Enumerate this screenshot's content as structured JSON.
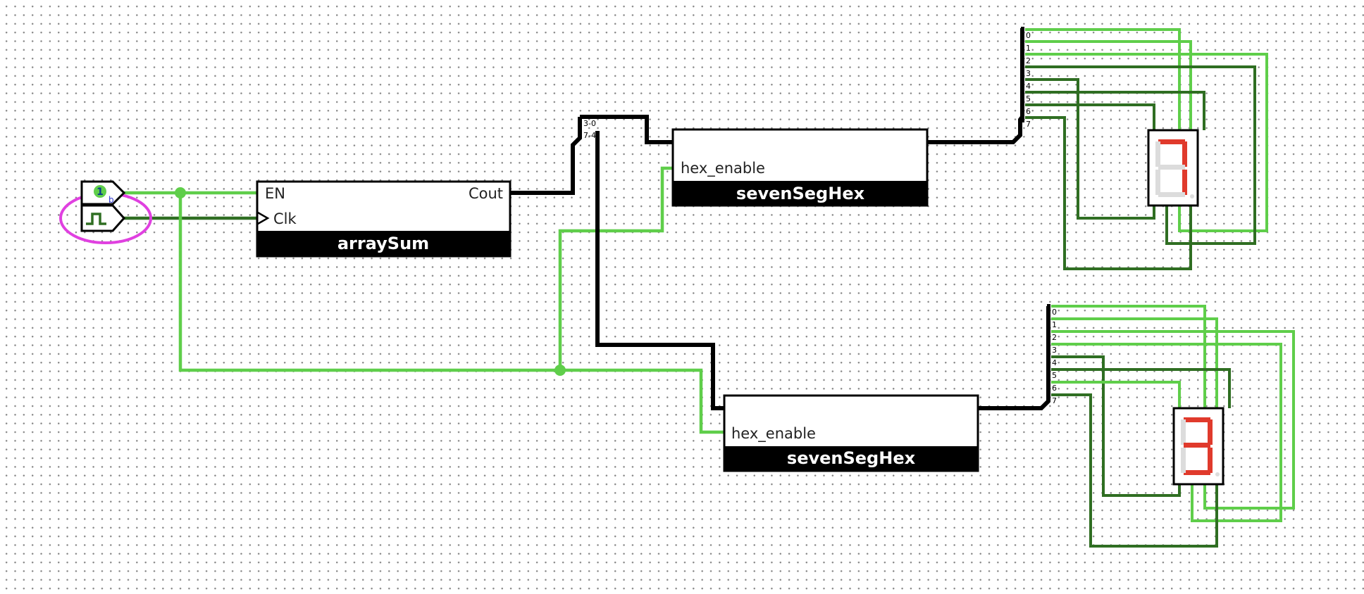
{
  "palette": {
    "wire_active": "#5fce4a",
    "wire_inactive": "#2f6e22",
    "selection": "#e040e0",
    "segment_on": "#e03a2c",
    "segment_off": "#dcdcdc"
  },
  "inputs": {
    "constant_value": "1",
    "constant_base": "b",
    "clock_icon": "clock-waveform-icon"
  },
  "array_sum": {
    "title": "arraySum",
    "port_en": "EN",
    "port_clk": "Clk",
    "port_cout": "Cout"
  },
  "splitter": {
    "low_label": "3-0",
    "high_label": "7-4"
  },
  "hex_top": {
    "title": "sevenSegHex",
    "port_enable": "hex_enable"
  },
  "hex_bottom": {
    "title": "sevenSegHex",
    "port_enable": "hex_enable"
  },
  "bit_labels": [
    "0",
    "1",
    "2",
    "3",
    "4",
    "5",
    "6",
    "7"
  ],
  "display_top": {
    "segments": {
      "a": 1,
      "b": 1,
      "c": 1,
      "d": 0,
      "e": 0,
      "f": 0,
      "g": 0,
      "dp": 0
    }
  },
  "display_bottom": {
    "segments": {
      "a": 1,
      "b": 1,
      "c": 1,
      "d": 1,
      "e": 0,
      "f": 0,
      "g": 1,
      "dp": 0
    }
  }
}
